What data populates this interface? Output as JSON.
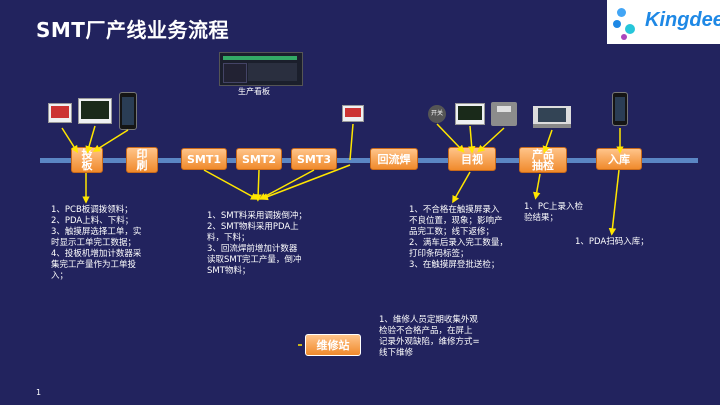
{
  "title": "SMT厂产线业务流程",
  "logo": {
    "text": "Kingdee",
    "colors": [
      "#1e88e5",
      "#42a5f5",
      "#26c6da",
      "#ab47bc"
    ]
  },
  "board_label": "生产看板",
  "steps": [
    {
      "label": "投\n板"
    },
    {
      "label": "印\n刷"
    },
    {
      "label": "SMT1"
    },
    {
      "label": "SMT2"
    },
    {
      "label": "SMT3"
    },
    {
      "label": "回流焊"
    },
    {
      "label": "目视"
    },
    {
      "label": "产品\n抽检"
    },
    {
      "label": "入库"
    }
  ],
  "notes": {
    "feed": "1、PCB板调拨领料；\n2、PDA上料、下料；\n3、触摸屏选择工单，实\n时显示工单完工数据；\n4、投板机增加计数器采\n集完工产量作为工单投\n入；",
    "smt": "1、SMT料采用调拨倒冲；\n2、SMT物料采用PDA上\n料，下料；\n3、回流焊前增加计数器\n读取SMT完工产量，倒冲\nSMT物料；",
    "visual": "1、不合格在触摸屏录入\n不良位置，现象；影响产\n品完工数；线下返修；\n2、满车后录入完工数量，\n打印条码标签；\n3、在触摸屏登批送检；",
    "inspect": "1、PC上录入检\n验结果；",
    "store": "1、PDA扫码入库；",
    "repair": "1、维修人员定期收集外观\n检验不合格产品，在屏上\n记录外观缺陷，维修方式=\n线下维修"
  },
  "repair_station": "维修站",
  "device_icons": {
    "switch": "开关"
  },
  "page_number": "1"
}
